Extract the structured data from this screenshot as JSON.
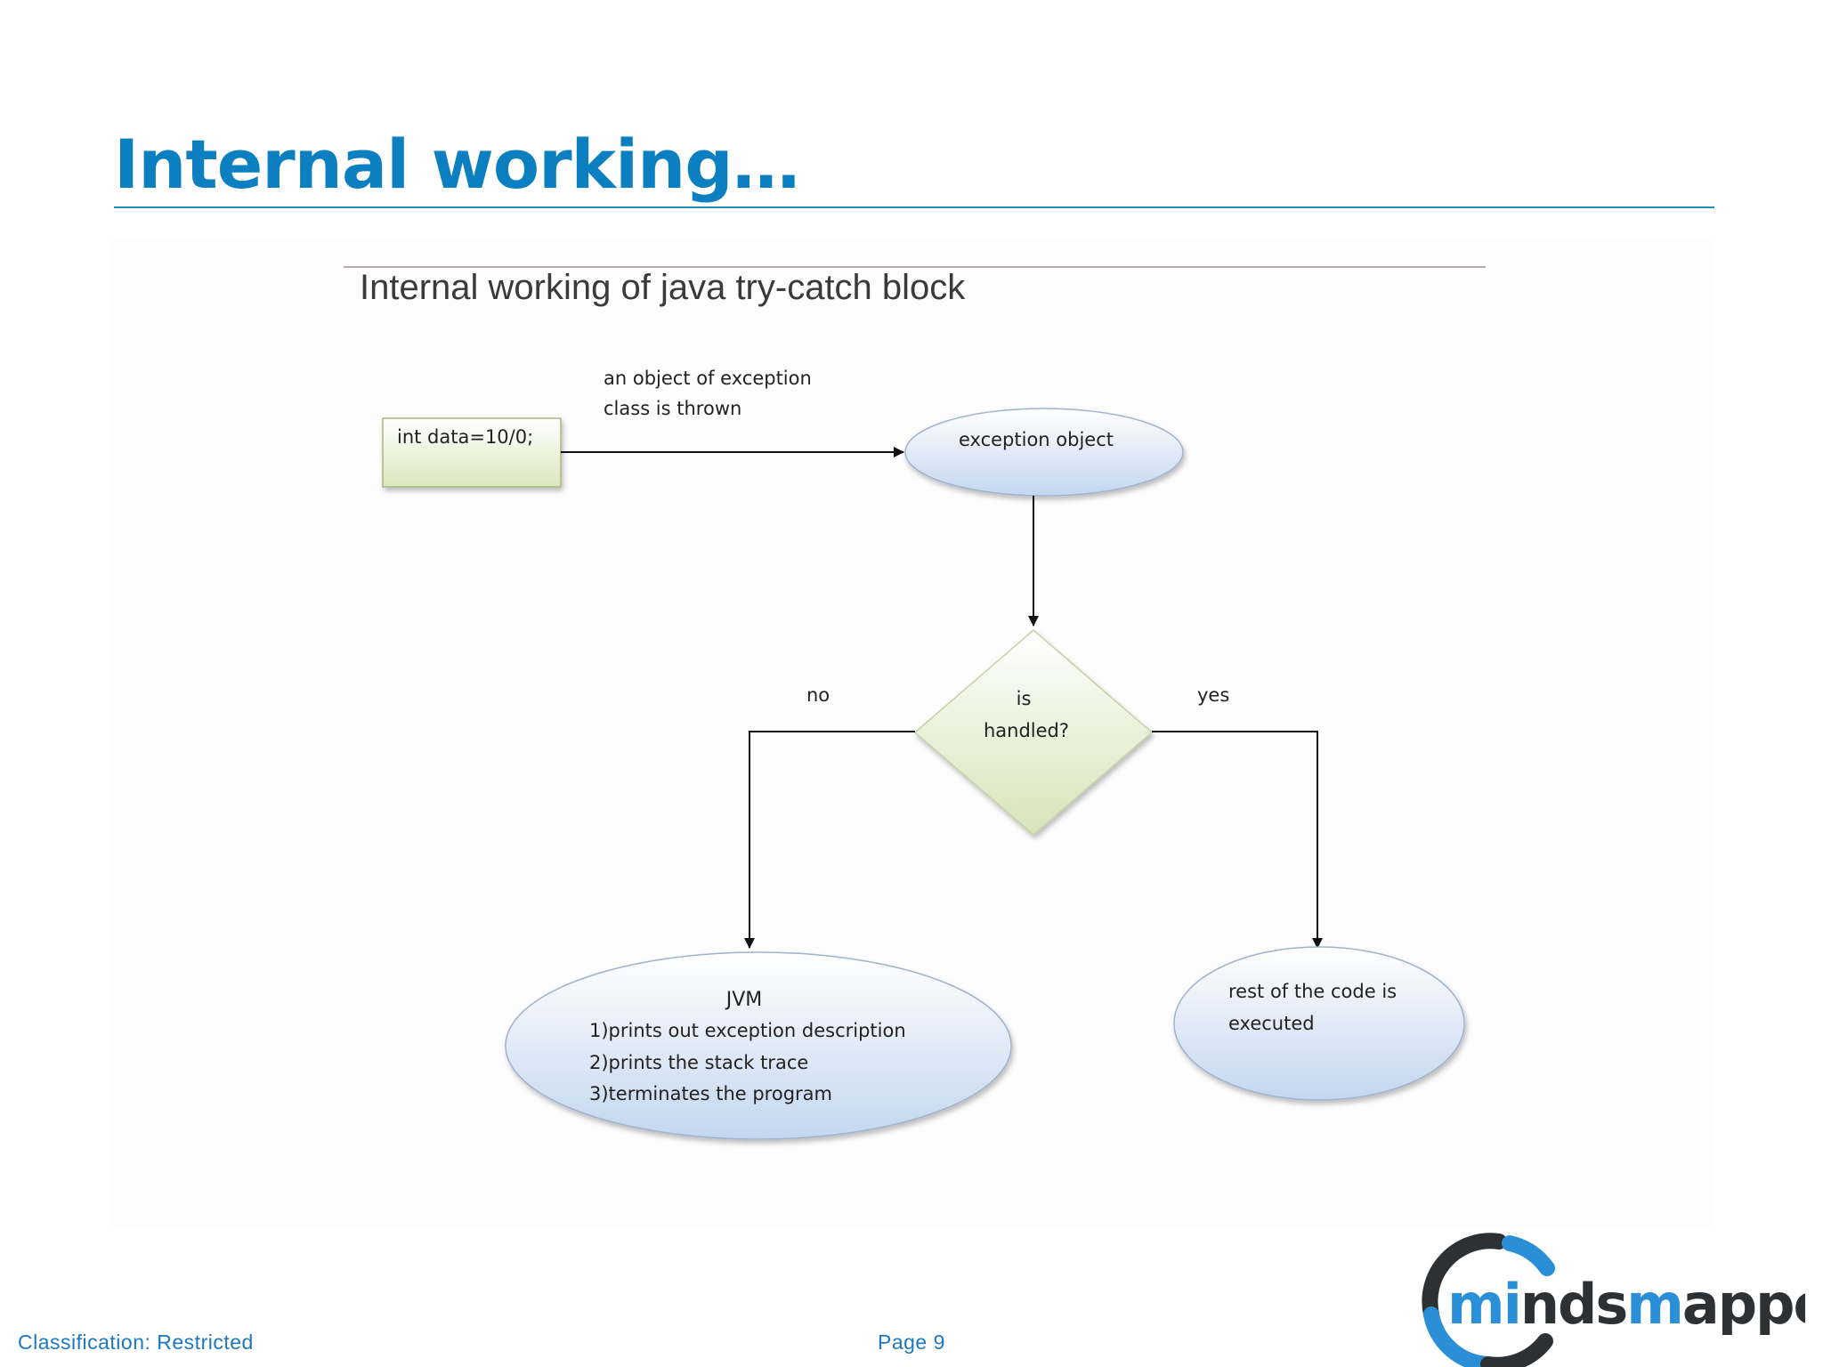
{
  "slide": {
    "title": "Internal working…",
    "classification": "Classification: Restricted",
    "page": "Page 9"
  },
  "diagram": {
    "title": "Internal working of java try-catch block",
    "code_box": "int data=10/0;",
    "thrown_label": [
      "an object of exception",
      "class is thrown"
    ],
    "exception_node": "exception object",
    "decision": [
      "is",
      "handled?"
    ],
    "no_label": "no",
    "yes_label": "yes",
    "jvm_node": {
      "heading": "JVM",
      "lines": [
        "1)prints out exception  description",
        "2)prints the stack trace",
        "3)terminates the program"
      ]
    },
    "rest_node": [
      "rest of the code is",
      "executed"
    ]
  },
  "logo": {
    "text": "mindsmapped"
  },
  "colors": {
    "accent": "#0b7fc0",
    "box_fill": "#e3ecca",
    "ellipse_fill": "#d2e0f2",
    "logo_blue": "#2a8fd6",
    "logo_dark": "#2e3134"
  }
}
